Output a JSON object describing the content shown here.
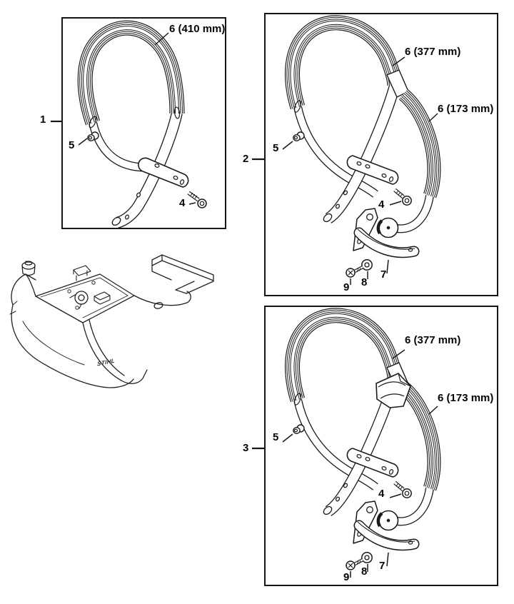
{
  "figures": {
    "fig1": {
      "callout": "1",
      "grip": {
        "num": "6",
        "size": "(410 mm)"
      },
      "p4": "4",
      "p5": "5"
    },
    "fig2": {
      "callout": "2",
      "grip_top": {
        "num": "6",
        "size": "(377 mm)"
      },
      "grip_side": {
        "num": "6",
        "size": "(173 mm)"
      },
      "p4": "4",
      "p5": "5",
      "p7": "7",
      "p8": "8",
      "p9": "9"
    },
    "fig3": {
      "callout": "3",
      "grip_top": {
        "num": "6",
        "size": "(377 mm)"
      },
      "grip_side": {
        "num": "6",
        "size": "(173 mm)"
      },
      "p4": "4",
      "p5": "5",
      "p7": "7",
      "p8": "8",
      "p9": "9"
    }
  },
  "machine": {
    "logo": "STIHL"
  }
}
